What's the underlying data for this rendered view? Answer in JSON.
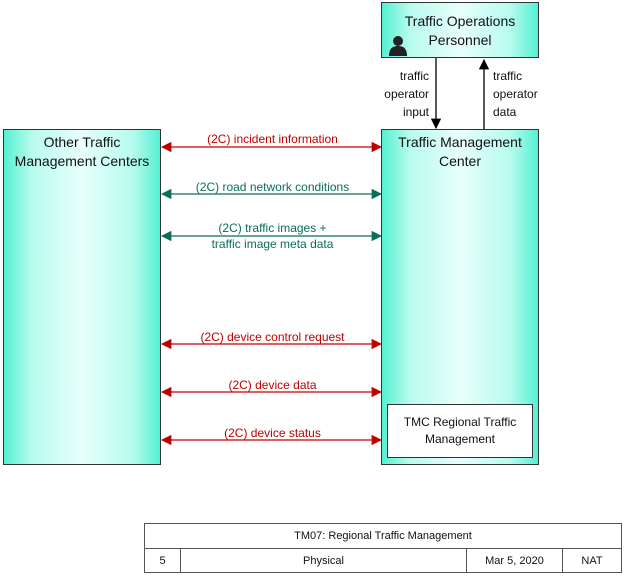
{
  "colors": {
    "red_flow": "#c00000",
    "green_flow": "#0b6e5a",
    "box_fill": "#55f0d2"
  },
  "boxes": {
    "personnel": "Traffic Operations\nPersonnel",
    "tmc": "Traffic Management\nCenter",
    "other_tmc": "Other Traffic\nManagement Centers",
    "regional": "TMC Regional Traffic\nManagement"
  },
  "icons": {
    "personnel": "person-icon"
  },
  "flows": {
    "operator_input": "traffic\noperator\ninput",
    "operator_data": "traffic\noperator\ndata",
    "incident": "(2C) incident information",
    "road_network": "(2C) road network conditions",
    "traffic_images": "(2C) traffic images +\ntraffic image meta data",
    "device_control": "(2C) device control request",
    "device_data": "(2C) device data",
    "device_status": "(2C) device status"
  },
  "footer": {
    "title": "TM07: Regional Traffic Management",
    "number": "5",
    "view": "Physical",
    "date": "Mar 5, 2020",
    "scope": "NAT"
  }
}
